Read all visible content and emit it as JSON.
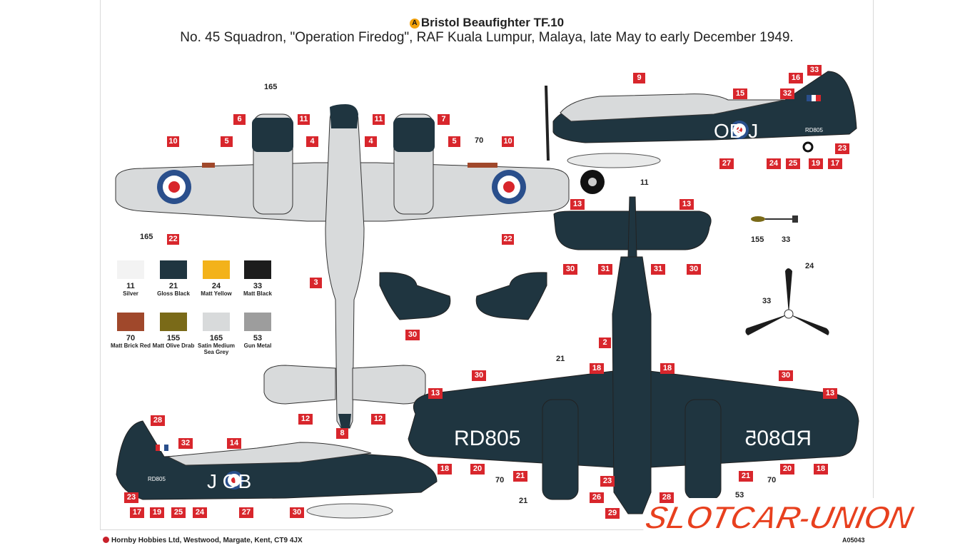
{
  "header": {
    "badge": "A",
    "title": "Bristol Beaufighter TF.10",
    "subtitle": "No. 45 Squadron, \"Operation Firedog\", RAF Kuala Lumpur, Malaya, late May to early December 1949."
  },
  "markings": {
    "side_code": "OB  J",
    "side_code_left": "J  OB",
    "serial_small": "RD805",
    "underwing_serial": "RD805",
    "underwing_serial_mirrored": "RD805"
  },
  "colors_legend": [
    {
      "number": "11",
      "name": "Silver",
      "hex": "#f3f3f3"
    },
    {
      "number": "21",
      "name": "Gloss Black",
      "hex": "#1f3540"
    },
    {
      "number": "24",
      "name": "Matt Yellow",
      "hex": "#f3b21a"
    },
    {
      "number": "33",
      "name": "Matt Black",
      "hex": "#1c1c1c"
    },
    {
      "number": "70",
      "name": "Matt Brick Red",
      "hex": "#a0482b"
    },
    {
      "number": "155",
      "name": "Matt Olive Drab",
      "hex": "#7a6a18"
    },
    {
      "number": "165",
      "name": "Satin Medium Sea Grey",
      "hex": "#d8dadb"
    },
    {
      "number": "53",
      "name": "Gun Metal",
      "hex": "#9d9d9d"
    }
  ],
  "plain_labels": {
    "l165a": "165",
    "l165b": "165",
    "l70a": "70",
    "l11": "11",
    "l155": "155",
    "l33a": "33",
    "l24": "24",
    "l33b": "33",
    "l21a": "21",
    "l21b": "21",
    "l70b": "70",
    "l70c": "70",
    "l53": "53"
  },
  "callouts": {
    "c10a": "10",
    "c6": "6",
    "c11a": "11",
    "c5a": "5",
    "c4a": "4",
    "c4b": "4",
    "c11b": "11",
    "c7": "7",
    "c5b": "5",
    "c10b": "10",
    "c22a": "22",
    "c22b": "22",
    "c3": "3",
    "c30a": "30",
    "c12a": "12",
    "c12b": "12",
    "c8": "8",
    "c9": "9",
    "c16": "16",
    "c33": "33",
    "c15": "15",
    "c32a": "32",
    "c27a": "27",
    "c24a": "24",
    "c25a": "25",
    "c19a": "19",
    "c17a": "17",
    "c23a": "23",
    "c13a": "13",
    "c13b": "13",
    "c31a": "31",
    "c31b": "31",
    "c30b": "30",
    "c30c": "30",
    "c2": "2",
    "c18a": "18",
    "c18b": "18",
    "c30d": "30",
    "c30e": "30",
    "c13c": "13",
    "c13d": "13",
    "c18c": "18",
    "c18d": "18",
    "c20a": "20",
    "c20b": "20",
    "c21a": "21",
    "c21b": "21",
    "c23b": "23",
    "c26": "26",
    "c29": "29",
    "c28a": "28",
    "c28b": "28",
    "c32b": "32",
    "c14": "14",
    "c23c": "23",
    "c17b": "17",
    "c19b": "19",
    "c25b": "25",
    "c24b": "24",
    "c27b": "27",
    "c30f": "30"
  },
  "footer": {
    "address": "Hornby Hobbies Ltd, Westwood, Margate, Kent, CT9 4JX",
    "code": "A05043"
  },
  "watermark": "SLOTCAR-UNION"
}
